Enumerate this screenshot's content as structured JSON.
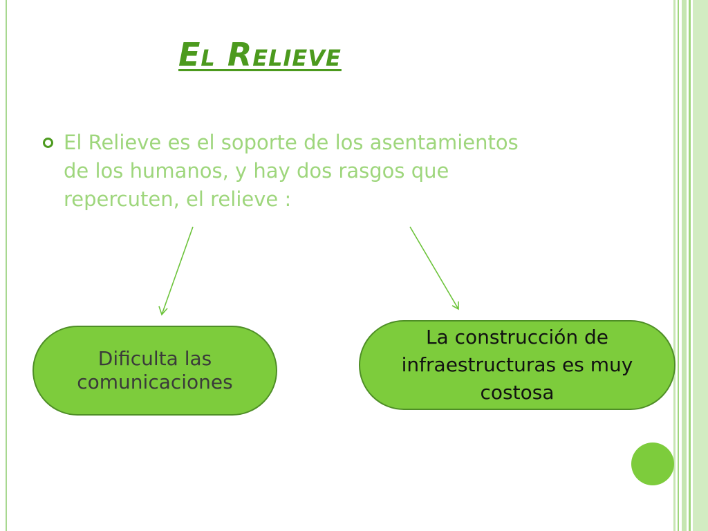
{
  "slide": {
    "title": "El Relieve",
    "bullet": {
      "lines": [
        "El Relieve es el soporte de los asentamientos",
        "de los humanos, y hay dos rasgos que",
        "repercuten,  el relieve :"
      ]
    },
    "boxes": {
      "left": {
        "lines": [
          "Dificulta las",
          "comunicaciones"
        ]
      },
      "right": {
        "lines": [
          "La construcción  de",
          "infraestructuras es muy",
          "costosa"
        ]
      }
    }
  },
  "colors": {
    "accent": "#4c9a1e",
    "bullet_text": "#9ed67c",
    "box_fill": "#7dcc3c",
    "box_border": "#4e8e26",
    "arrow": "#6cc33a",
    "border_light": "#c6e6b2"
  }
}
